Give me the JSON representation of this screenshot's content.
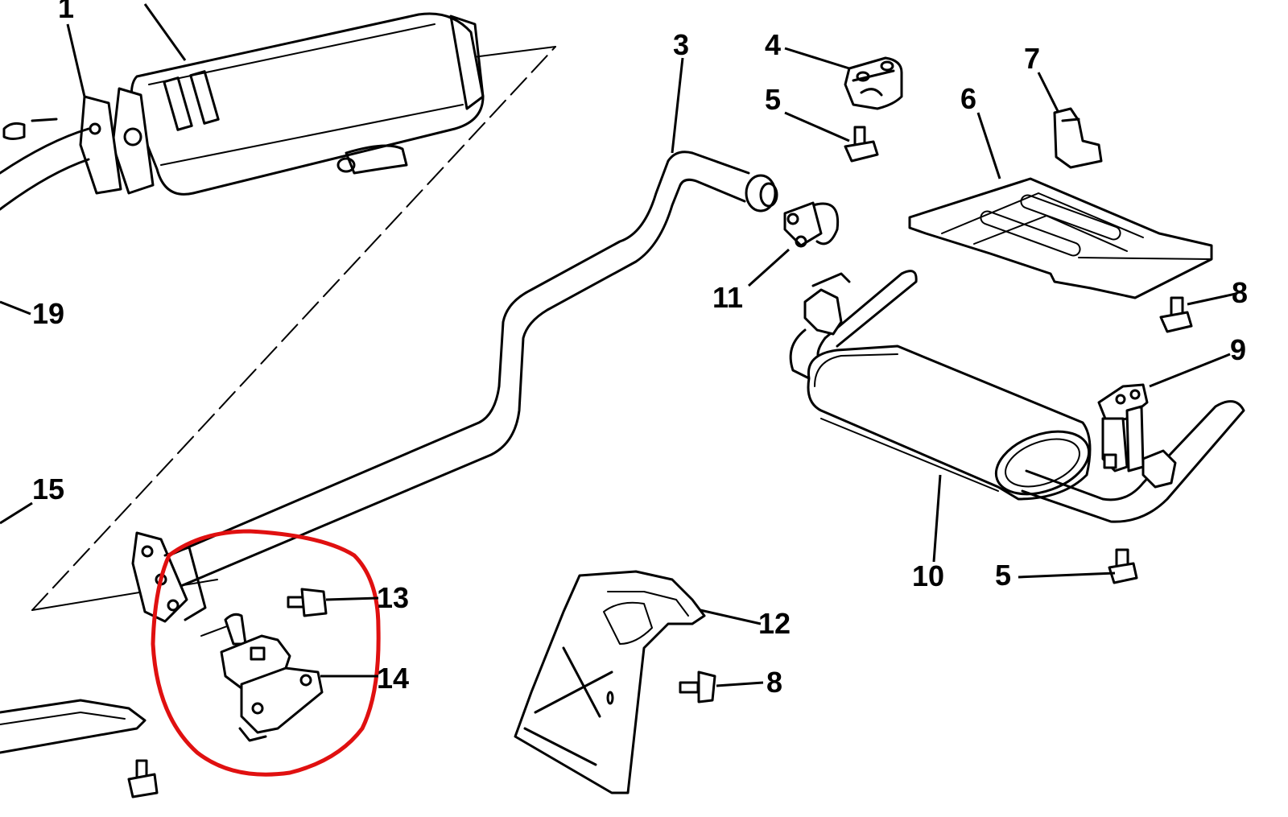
{
  "callouts": {
    "c1": "1",
    "c3": "3",
    "c4": "4",
    "c5a": "5",
    "c5b": "5",
    "c6": "6",
    "c7": "7",
    "c8a": "8",
    "c8b": "8",
    "c9": "9",
    "c10": "10",
    "c11": "11",
    "c12": "12",
    "c13": "13",
    "c14": "14",
    "c15": "15",
    "c19": "19"
  },
  "colors": {
    "line": "#000000",
    "background": "#ffffff",
    "highlight_circle": "#e01010"
  }
}
